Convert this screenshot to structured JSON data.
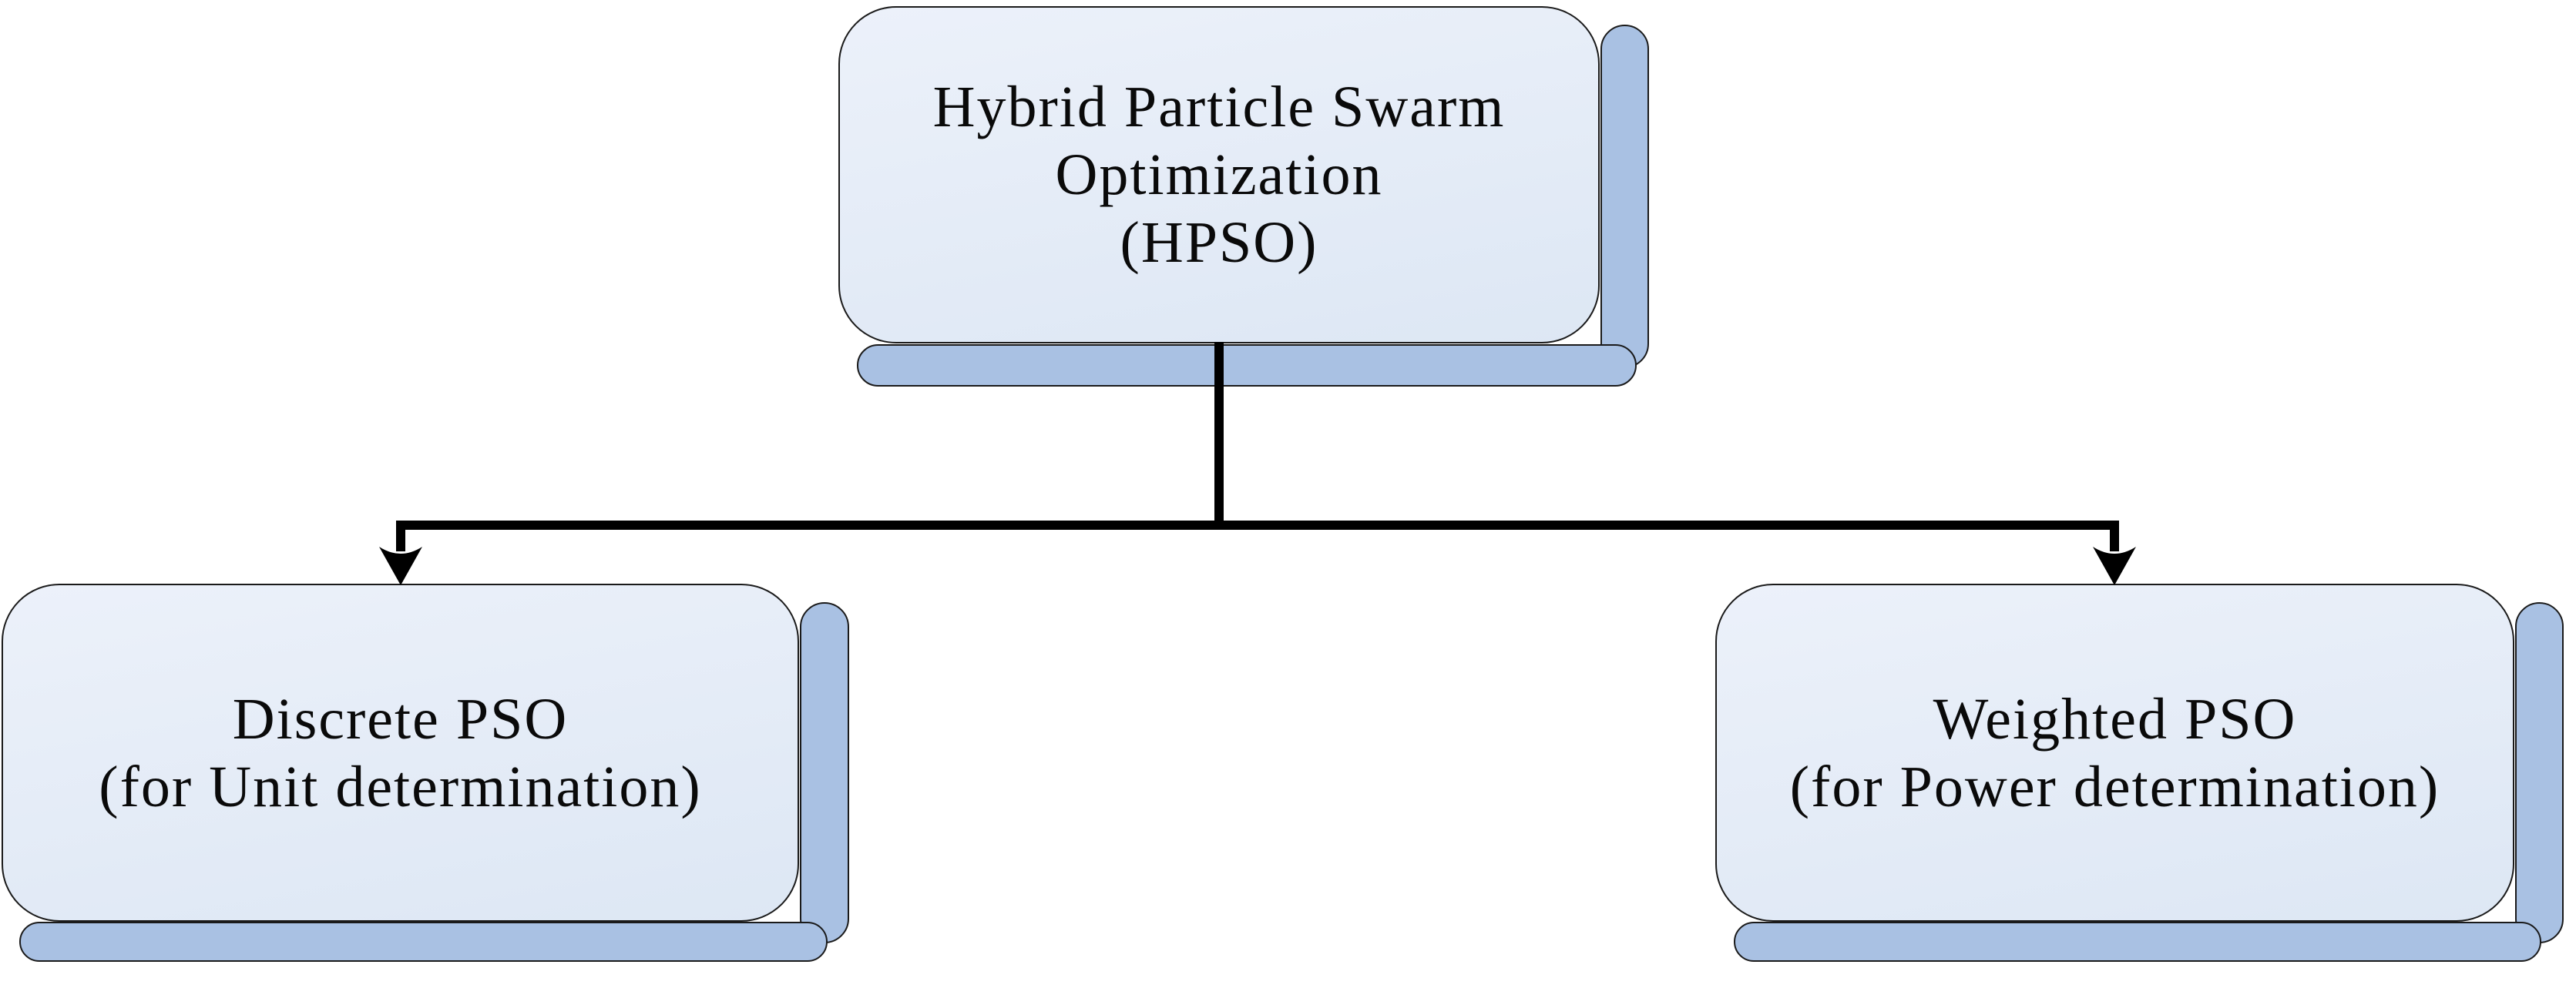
{
  "diagram": {
    "title": "HPSO decomposition diagram",
    "nodes": {
      "hpso": {
        "id": "HPSO",
        "lines": [
          "Hybrid Particle Swarm",
          "Optimization",
          "(HPSO)"
        ]
      },
      "discrete": {
        "id": "Discrete PSO",
        "lines": [
          "Discrete PSO",
          "(for Unit determination)"
        ]
      },
      "weighted": {
        "id": "Weighted PSO",
        "lines": [
          "Weighted PSO",
          "(for Power determination)"
        ]
      }
    },
    "edges": [
      {
        "from": "HPSO",
        "to": "Discrete PSO"
      },
      {
        "from": "HPSO",
        "to": "Weighted PSO"
      }
    ],
    "colors": {
      "box_fill_top": "#ecf1fa",
      "box_fill_bottom": "#dde7f4",
      "shadow_fill": "#a9c1e3",
      "outline": "#1a1a1a",
      "connector": "#000000",
      "background": "#ffffff",
      "text_color": "#0a0a0a"
    }
  }
}
